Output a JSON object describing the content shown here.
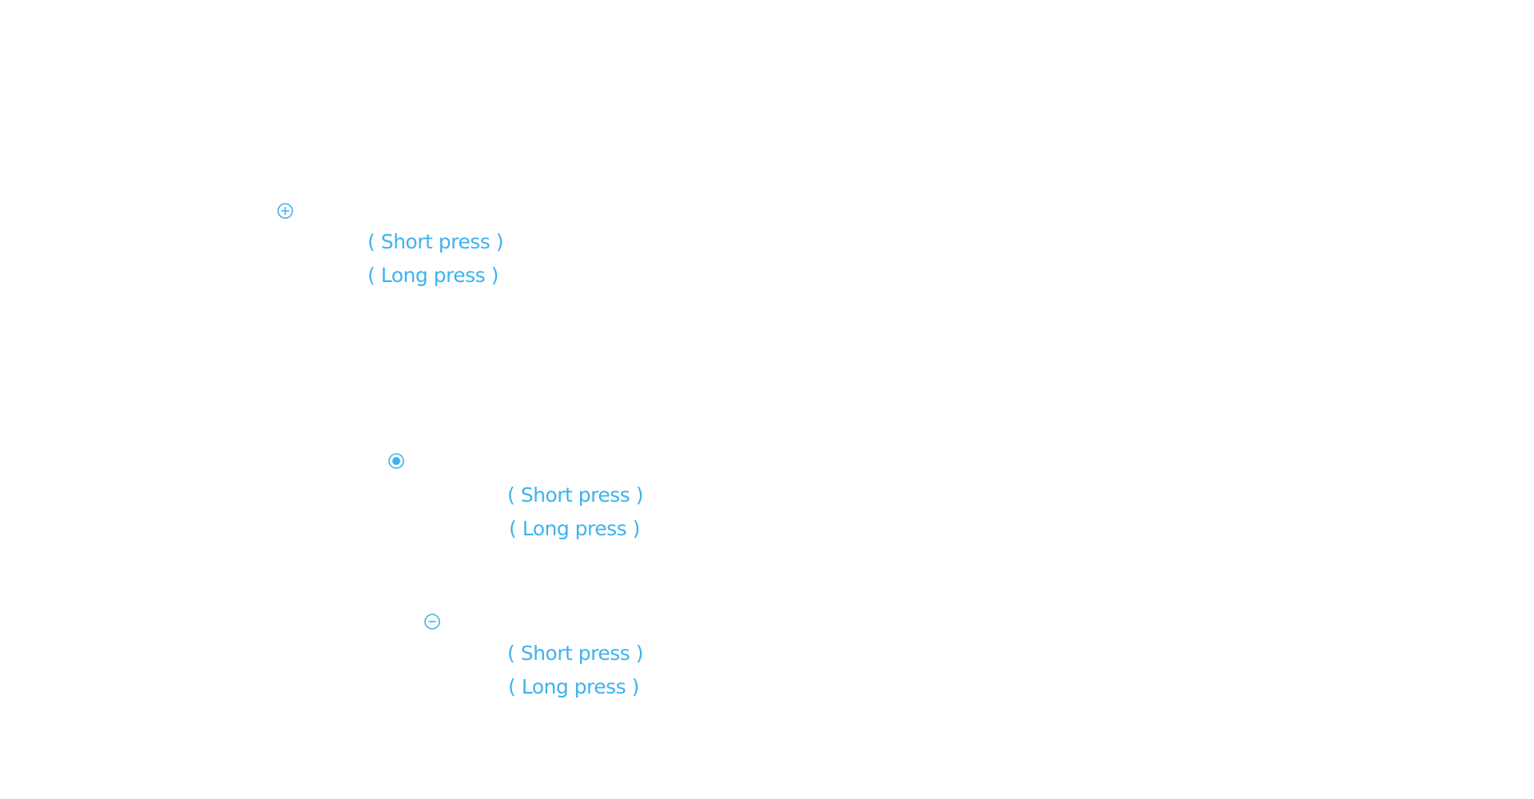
{
  "colors": {
    "accent": "#3fb2ee",
    "background": "#ffffff"
  },
  "callouts": [
    {
      "icon": "plus-circle-icon",
      "short_press": "( Short press )",
      "long_press": "( Long press )"
    },
    {
      "icon": "radio-dot-circle-icon",
      "short_press": "( Short press )",
      "long_press": "( Long press )"
    },
    {
      "icon": "minus-circle-icon",
      "short_press": "( Short press )",
      "long_press": "( Long press )"
    }
  ]
}
